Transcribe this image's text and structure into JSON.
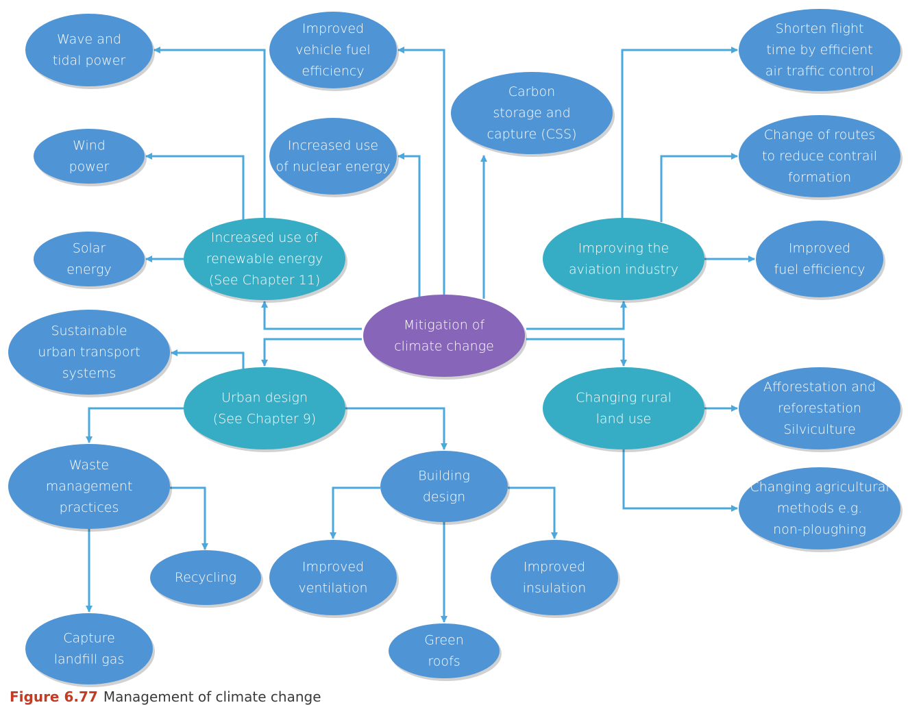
{
  "colors": {
    "line": "#4aa8dc",
    "center": "#8765b8",
    "category": "#36adc4",
    "leaf": "#4f94d4",
    "text": "#ffffff",
    "figure_label": "#c23b22"
  },
  "center": {
    "id": "mitigation",
    "lines": [
      "Mitigation of",
      "climate change"
    ]
  },
  "categories": [
    {
      "id": "renewable",
      "lines": [
        "Increased use of",
        "renewable energy",
        "(See Chapter 11)"
      ]
    },
    {
      "id": "aviation",
      "lines": [
        "Improving the",
        "aviation industry"
      ]
    },
    {
      "id": "urban",
      "lines": [
        "Urban design",
        "(See Chapter 9)"
      ]
    },
    {
      "id": "rural",
      "lines": [
        "Changing rural",
        "land use"
      ]
    },
    {
      "id": "waste",
      "lines": [
        "Waste",
        "management",
        "practices"
      ]
    },
    {
      "id": "building",
      "lines": [
        "Building",
        "design"
      ]
    }
  ],
  "leaves": [
    {
      "id": "wave",
      "lines": [
        "Wave and",
        "tidal power"
      ]
    },
    {
      "id": "vehicle",
      "lines": [
        "Improved",
        "vehicle fuel",
        "efficiency"
      ]
    },
    {
      "id": "carbon",
      "lines": [
        "Carbon",
        "storage and",
        "capture (CSS)"
      ]
    },
    {
      "id": "shorten",
      "lines": [
        "Shorten flight",
        "time by efficient",
        "air traffic control"
      ]
    },
    {
      "id": "wind",
      "lines": [
        "Wind",
        "power"
      ]
    },
    {
      "id": "nuclear",
      "lines": [
        "Increased use",
        "of nuclear energy"
      ]
    },
    {
      "id": "routes",
      "lines": [
        "Change of routes",
        "to reduce contrail",
        "formation"
      ]
    },
    {
      "id": "solar",
      "lines": [
        "Solar",
        "energy"
      ]
    },
    {
      "id": "aviation-fuel",
      "lines": [
        "Improved",
        "fuel efficiency"
      ]
    },
    {
      "id": "transport",
      "lines": [
        "Sustainable",
        "urban transport",
        "systems"
      ]
    },
    {
      "id": "afforestation",
      "lines": [
        "Afforestation and",
        "reforestation",
        "Silviculture"
      ]
    },
    {
      "id": "agricultural",
      "lines": [
        "Changing agricultural",
        "methods e.g.",
        "non-ploughing"
      ]
    },
    {
      "id": "recycling",
      "lines": [
        "Recycling"
      ]
    },
    {
      "id": "ventilation",
      "lines": [
        "Improved",
        "ventilation"
      ]
    },
    {
      "id": "insulation",
      "lines": [
        "Improved",
        "insulation"
      ]
    },
    {
      "id": "landfill",
      "lines": [
        "Capture",
        "landfill gas"
      ]
    },
    {
      "id": "roofs",
      "lines": [
        "Green",
        "roofs"
      ]
    }
  ],
  "caption": {
    "figure": "Figure 6.77",
    "text": "Management of climate change"
  }
}
